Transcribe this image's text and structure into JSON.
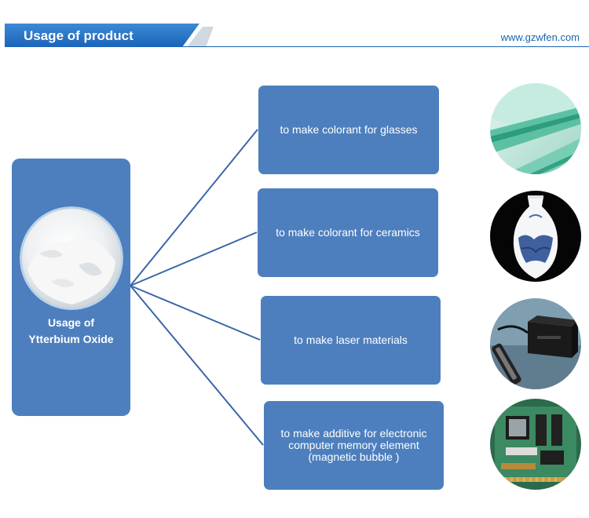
{
  "header": {
    "title": "Usage of product",
    "url": "www.gzwfen.com",
    "accent_color": "#1a66b0"
  },
  "source": {
    "label_line1": "Usage of",
    "label_line2": "Ytterbium Oxide",
    "image": "white-powder"
  },
  "usages": [
    {
      "lines": [
        "to make colorant for glasses"
      ],
      "image": "glass-panes"
    },
    {
      "lines": [
        "to make colorant for ceramics"
      ],
      "image": "porcelain-vase"
    },
    {
      "lines": [
        "to make laser materials"
      ],
      "image": "laser-device"
    },
    {
      "lines": [
        "to make additive for electronic",
        "computer memory element",
        "(magnetic bubble )"
      ],
      "image": "circuit-board"
    }
  ],
  "box_color": "#4d7fbe"
}
